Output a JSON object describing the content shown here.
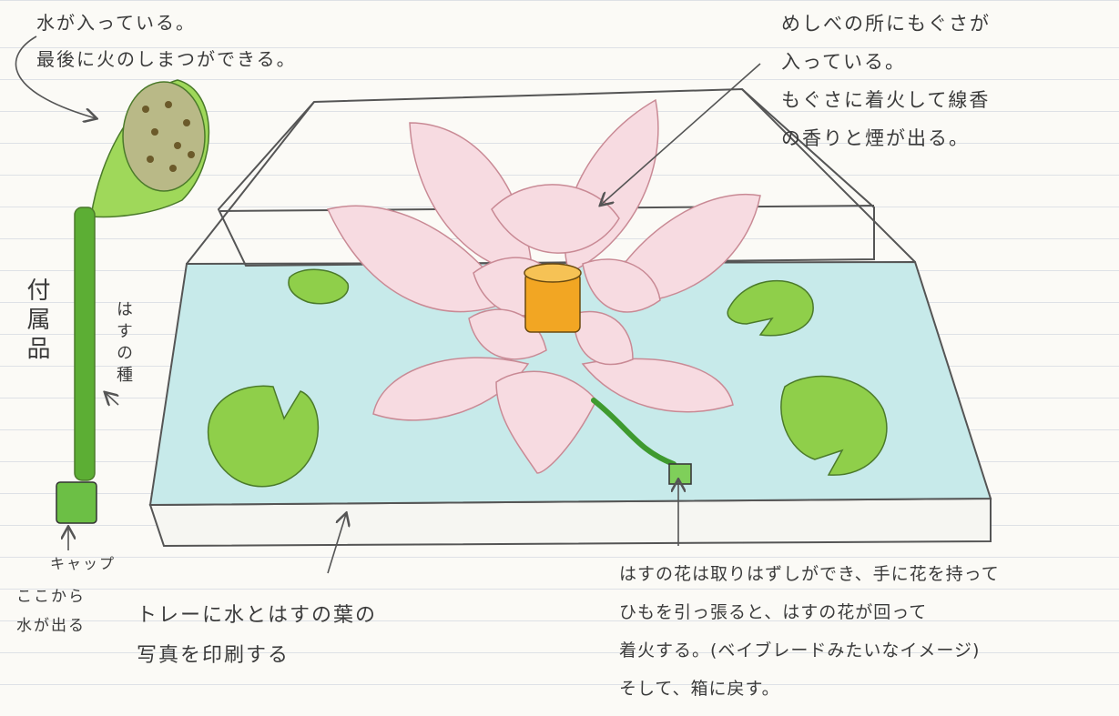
{
  "annotations": {
    "seed_pod_water": "水が入っている。\n最後に火のしまつができる。",
    "accessory": "付属品",
    "lotus_seed_pod": "はすの種",
    "cap": "キャップ",
    "water_outlet": "ここから\n水が出る",
    "pistil_mugwort": "めしべの所にもぐさが\n入っている。\nもぐさに着火して線香\nの香りと煙が出る。",
    "tray_print": "トレーに水とはすの葉の\n写真を印刷する",
    "flower_detach": "はすの花は取りはずしができ、手に花を持って\nひもを引っ張ると、はすの花が回って\n着火する。(ベイブレードみたいなイメージ)\nそして、箱に戻す。"
  },
  "colors": {
    "paper": "#fbfaf6",
    "pencil": "#555555",
    "petal": "#e7a9b6",
    "leaf": "#8fcf4a",
    "water": "#bfe6e6",
    "pistil": "#f0a020",
    "stem": "#5fbf3f"
  }
}
